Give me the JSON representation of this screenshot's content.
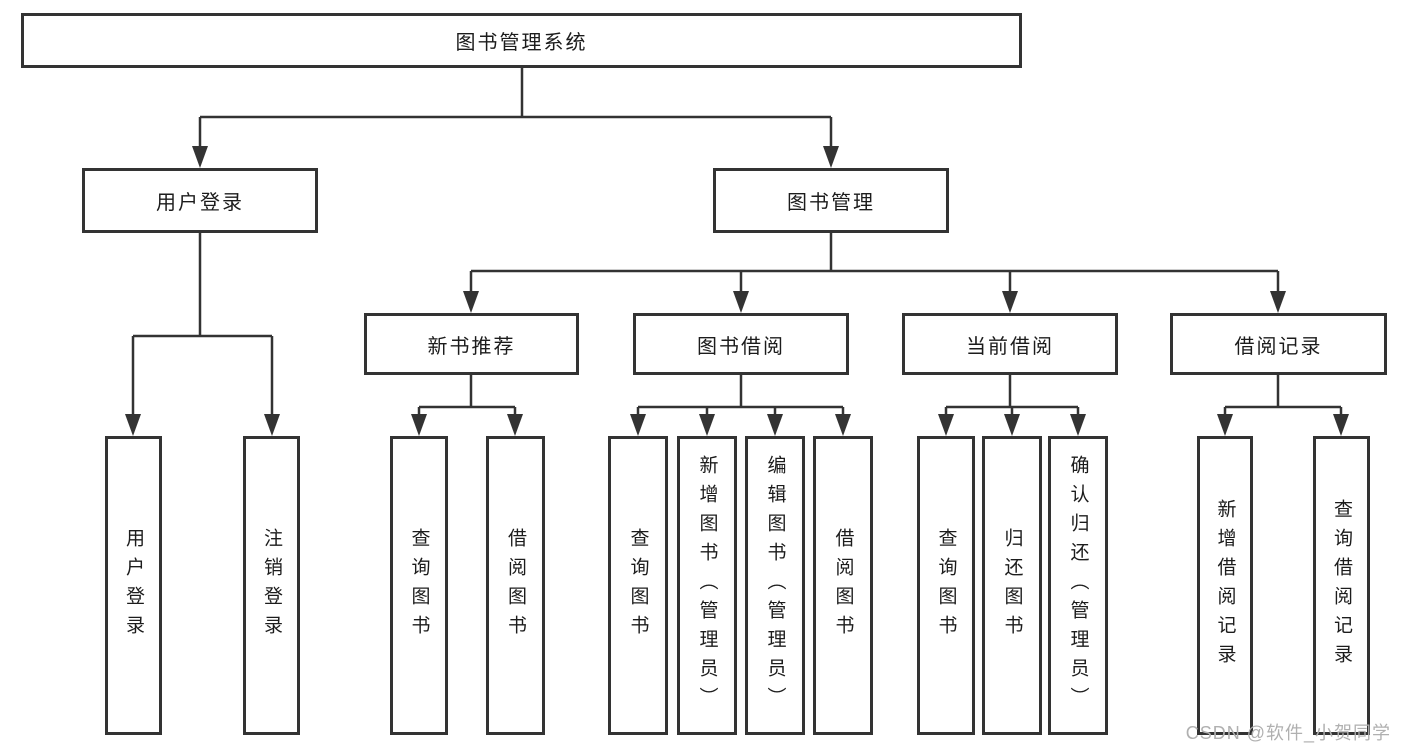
{
  "diagram": {
    "root": {
      "label": "图书管理系统"
    },
    "branches": [
      {
        "label": "用户登录",
        "children": [
          {
            "label": "用户登录"
          },
          {
            "label": "注销登录"
          }
        ]
      },
      {
        "label": "图书管理",
        "children": [
          {
            "label": "新书推荐",
            "children": [
              {
                "label": "查询图书"
              },
              {
                "label": "借阅图书"
              }
            ]
          },
          {
            "label": "图书借阅",
            "children": [
              {
                "label": "查询图书"
              },
              {
                "label": "新增图书（管理员）"
              },
              {
                "label": "编辑图书（管理员）"
              },
              {
                "label": "借阅图书"
              }
            ]
          },
          {
            "label": "当前借阅",
            "children": [
              {
                "label": "查询图书"
              },
              {
                "label": "归还图书"
              },
              {
                "label": "确认归还（管理员）"
              }
            ]
          },
          {
            "label": "借阅记录",
            "children": [
              {
                "label": "新增借阅记录"
              },
              {
                "label": "查询借阅记录"
              }
            ]
          }
        ]
      }
    ]
  },
  "colors": {
    "line": "#333333",
    "box_border": "#333333",
    "text": "#1c1c1c",
    "watermark": "#b0b0b0",
    "background": "#ffffff"
  },
  "watermark": {
    "text": "CSDN @软件_小贺同学"
  }
}
